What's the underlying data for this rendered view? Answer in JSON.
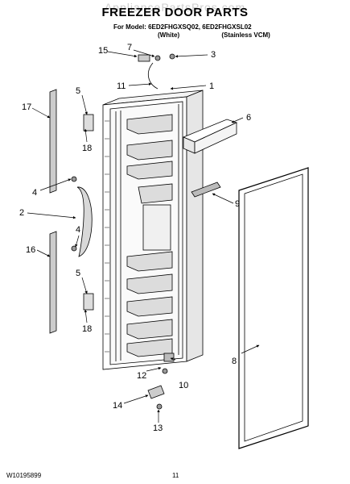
{
  "header": {
    "watermark": "AppliancePartsPros.com",
    "title": "FREEZER DOOR PARTS",
    "model_prefix": "For Model: 6ED2FHGXSQ02, 6ED2FHGXSL02",
    "model_white": "(White)",
    "model_stainless": "(Stainless VCM)"
  },
  "callouts": {
    "c1": "1",
    "c2": "2",
    "c3": "3",
    "c4a": "4",
    "c4b": "4",
    "c5a": "5",
    "c5b": "5",
    "c6": "6",
    "c7": "7",
    "c8": "8",
    "c9": "9",
    "c10": "10",
    "c11": "11",
    "c12": "12",
    "c13": "13",
    "c14": "14",
    "c15": "15",
    "c16": "16",
    "c17": "17",
    "c18a": "18",
    "c18b": "18"
  },
  "footer": {
    "doc_number": "W10195899",
    "page_number": "11"
  }
}
